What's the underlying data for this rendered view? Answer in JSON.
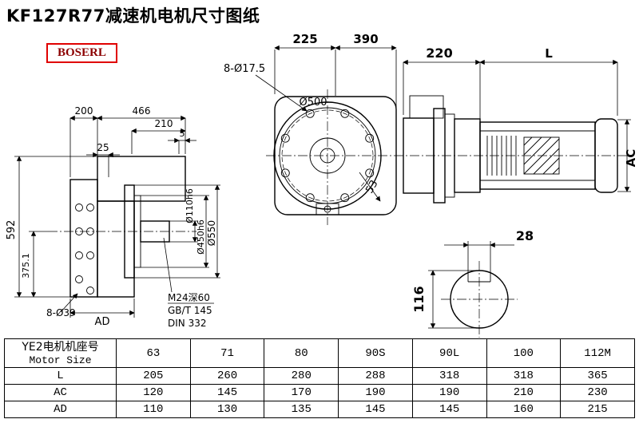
{
  "page": {
    "title": "KF127R77减速机电机尺寸图纸",
    "brand": "BOSERL"
  },
  "front_view": {
    "dim_225": "225",
    "dim_390": "390",
    "bolt_holes": "8-Ø17.5",
    "flange_dia": "Ø500",
    "dim_53": "53"
  },
  "motor_view": {
    "dim_220": "220",
    "dim_L": "L",
    "dim_AC": "AC"
  },
  "side_view": {
    "dim_200": "200",
    "dim_466": "466",
    "dim_210": "210",
    "dim_5": "5",
    "dim_25": "25",
    "dim_592": "592",
    "dim_375_1": "375.1",
    "bolt_holes": "8-Ø39",
    "dim_AD": "AD",
    "shaft_dia": "Ø110h6",
    "spigot_dia": "Ø450h6",
    "flange_od": "Ø550",
    "note_thread": "M24深60",
    "note_gb": "GB/T 145",
    "note_din": "DIN 332"
  },
  "shaft_section": {
    "key_width": "28",
    "section_height": "116"
  },
  "table": {
    "header_line1": "YE2电机机座号",
    "header_line2": "Motor Size",
    "sizes": [
      "63",
      "71",
      "80",
      "90S",
      "90L",
      "100",
      "112M"
    ],
    "rows": [
      {
        "label": "L",
        "values": [
          "205",
          "260",
          "280",
          "288",
          "318",
          "318",
          "365"
        ]
      },
      {
        "label": "AC",
        "values": [
          "120",
          "145",
          "170",
          "190",
          "190",
          "210",
          "230"
        ]
      },
      {
        "label": "AD",
        "values": [
          "110",
          "130",
          "135",
          "145",
          "145",
          "160",
          "215"
        ]
      }
    ]
  }
}
